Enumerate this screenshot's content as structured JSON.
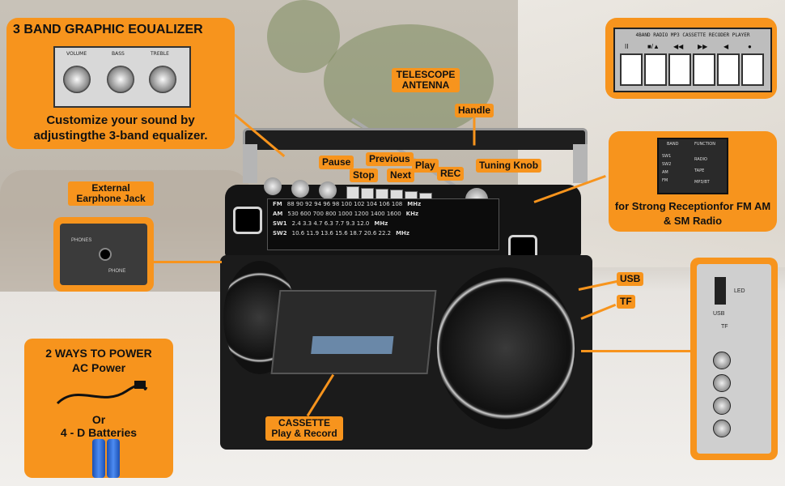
{
  "equalizer": {
    "title": "3 BAND GRAPHIC EOUALIZER",
    "knob_labels": [
      "VOLUME",
      "BASS",
      "TREBLE"
    ],
    "description": "Customize your sound by adjustingthe 3-band equalizer."
  },
  "callouts": {
    "telescope": "TELESCOPE ANTENNA",
    "handle": "Handle",
    "pause": "Pause",
    "stop": "Stop",
    "previous": "Previous",
    "next": "Next",
    "play": "Play",
    "rec": "REC",
    "tuning": "Tuning Knob",
    "earphone": "External Earphone Jack",
    "usb": "USB",
    "tf": "TF",
    "cassette": "CASSETTE Play & Record"
  },
  "control_panel": {
    "title": "4BAND RADIO MP3 CASSETTE RECODER PLAYER",
    "symbols": [
      "II",
      "■/▲",
      "◀◀",
      "▶▶",
      "◀",
      "●"
    ]
  },
  "band": {
    "labels": [
      "BAND",
      "FUNCTION"
    ],
    "functions": [
      "RADIO",
      "TAPE",
      "MP3/BT"
    ],
    "bands": [
      "SW1",
      "SW2",
      "AM",
      "FM"
    ],
    "description": "for Strong Receptionfor FM AM & SM Radio"
  },
  "dial": {
    "rows": [
      {
        "band": "FM",
        "values": "88 90 92 94 96 98 100 102 104 106 108",
        "unit": "MHz"
      },
      {
        "band": "AM",
        "values": "530 600 700 800 1000 1200 1400 1600",
        "unit": "KHz"
      },
      {
        "band": "SW1",
        "values": "2.4 3.3 4.7 6.3 7.7 9.3 12.0",
        "unit": "MHz"
      },
      {
        "band": "SW2",
        "values": "10.6 11.9 13.6 15.6 18.7 20.6 22.2",
        "unit": "MHz"
      }
    ]
  },
  "jack": {
    "labels": [
      "PHONES",
      "PHONE"
    ]
  },
  "usb_panel": {
    "labels": [
      "LED",
      "USB",
      "TF"
    ]
  },
  "power": {
    "title": "2 WAYS TO POWER",
    "option1": "AC Power",
    "or": "Or",
    "option2": "4 - D Batteries"
  },
  "colors": {
    "accent": "#f7941d",
    "radio": "#1b1b1b"
  }
}
